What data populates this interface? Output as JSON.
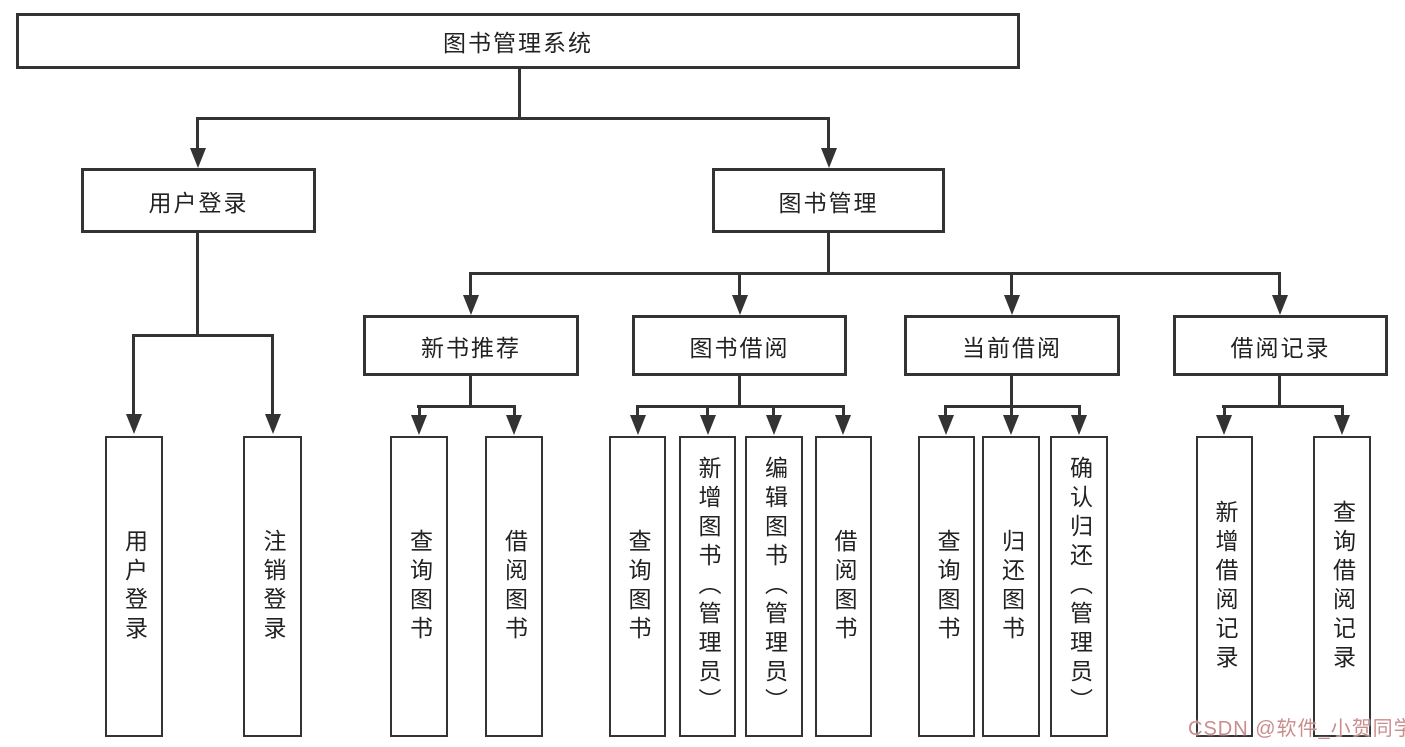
{
  "diagram": {
    "root": {
      "label": "图书管理系统"
    },
    "user_login": {
      "label": "用户登录",
      "children": [
        {
          "label": "用户登录"
        },
        {
          "label": "注销登录"
        }
      ]
    },
    "book_mgmt": {
      "label": "图书管理",
      "children": [
        {
          "label": "新书推荐",
          "children": [
            {
              "label": "查询图书"
            },
            {
              "label": "借阅图书"
            }
          ]
        },
        {
          "label": "图书借阅",
          "children": [
            {
              "label": "查询图书"
            },
            {
              "label": "新增图书（管理员）"
            },
            {
              "label": "编辑图书（管理员）"
            },
            {
              "label": "借阅图书"
            }
          ]
        },
        {
          "label": "当前借阅",
          "children": [
            {
              "label": "查询图书"
            },
            {
              "label": "归还图书"
            },
            {
              "label": "确认归还（管理员）"
            }
          ]
        },
        {
          "label": "借阅记录",
          "children": [
            {
              "label": "新增借阅记录"
            },
            {
              "label": "查询借阅记录"
            }
          ]
        }
      ]
    }
  },
  "watermark": {
    "text": "CSDN @软件_小贺同学",
    "color": "#ca8d8d"
  },
  "colors": {
    "line": "#333333",
    "box_border": "#333333",
    "text": "#222222",
    "background": "#ffffff"
  }
}
